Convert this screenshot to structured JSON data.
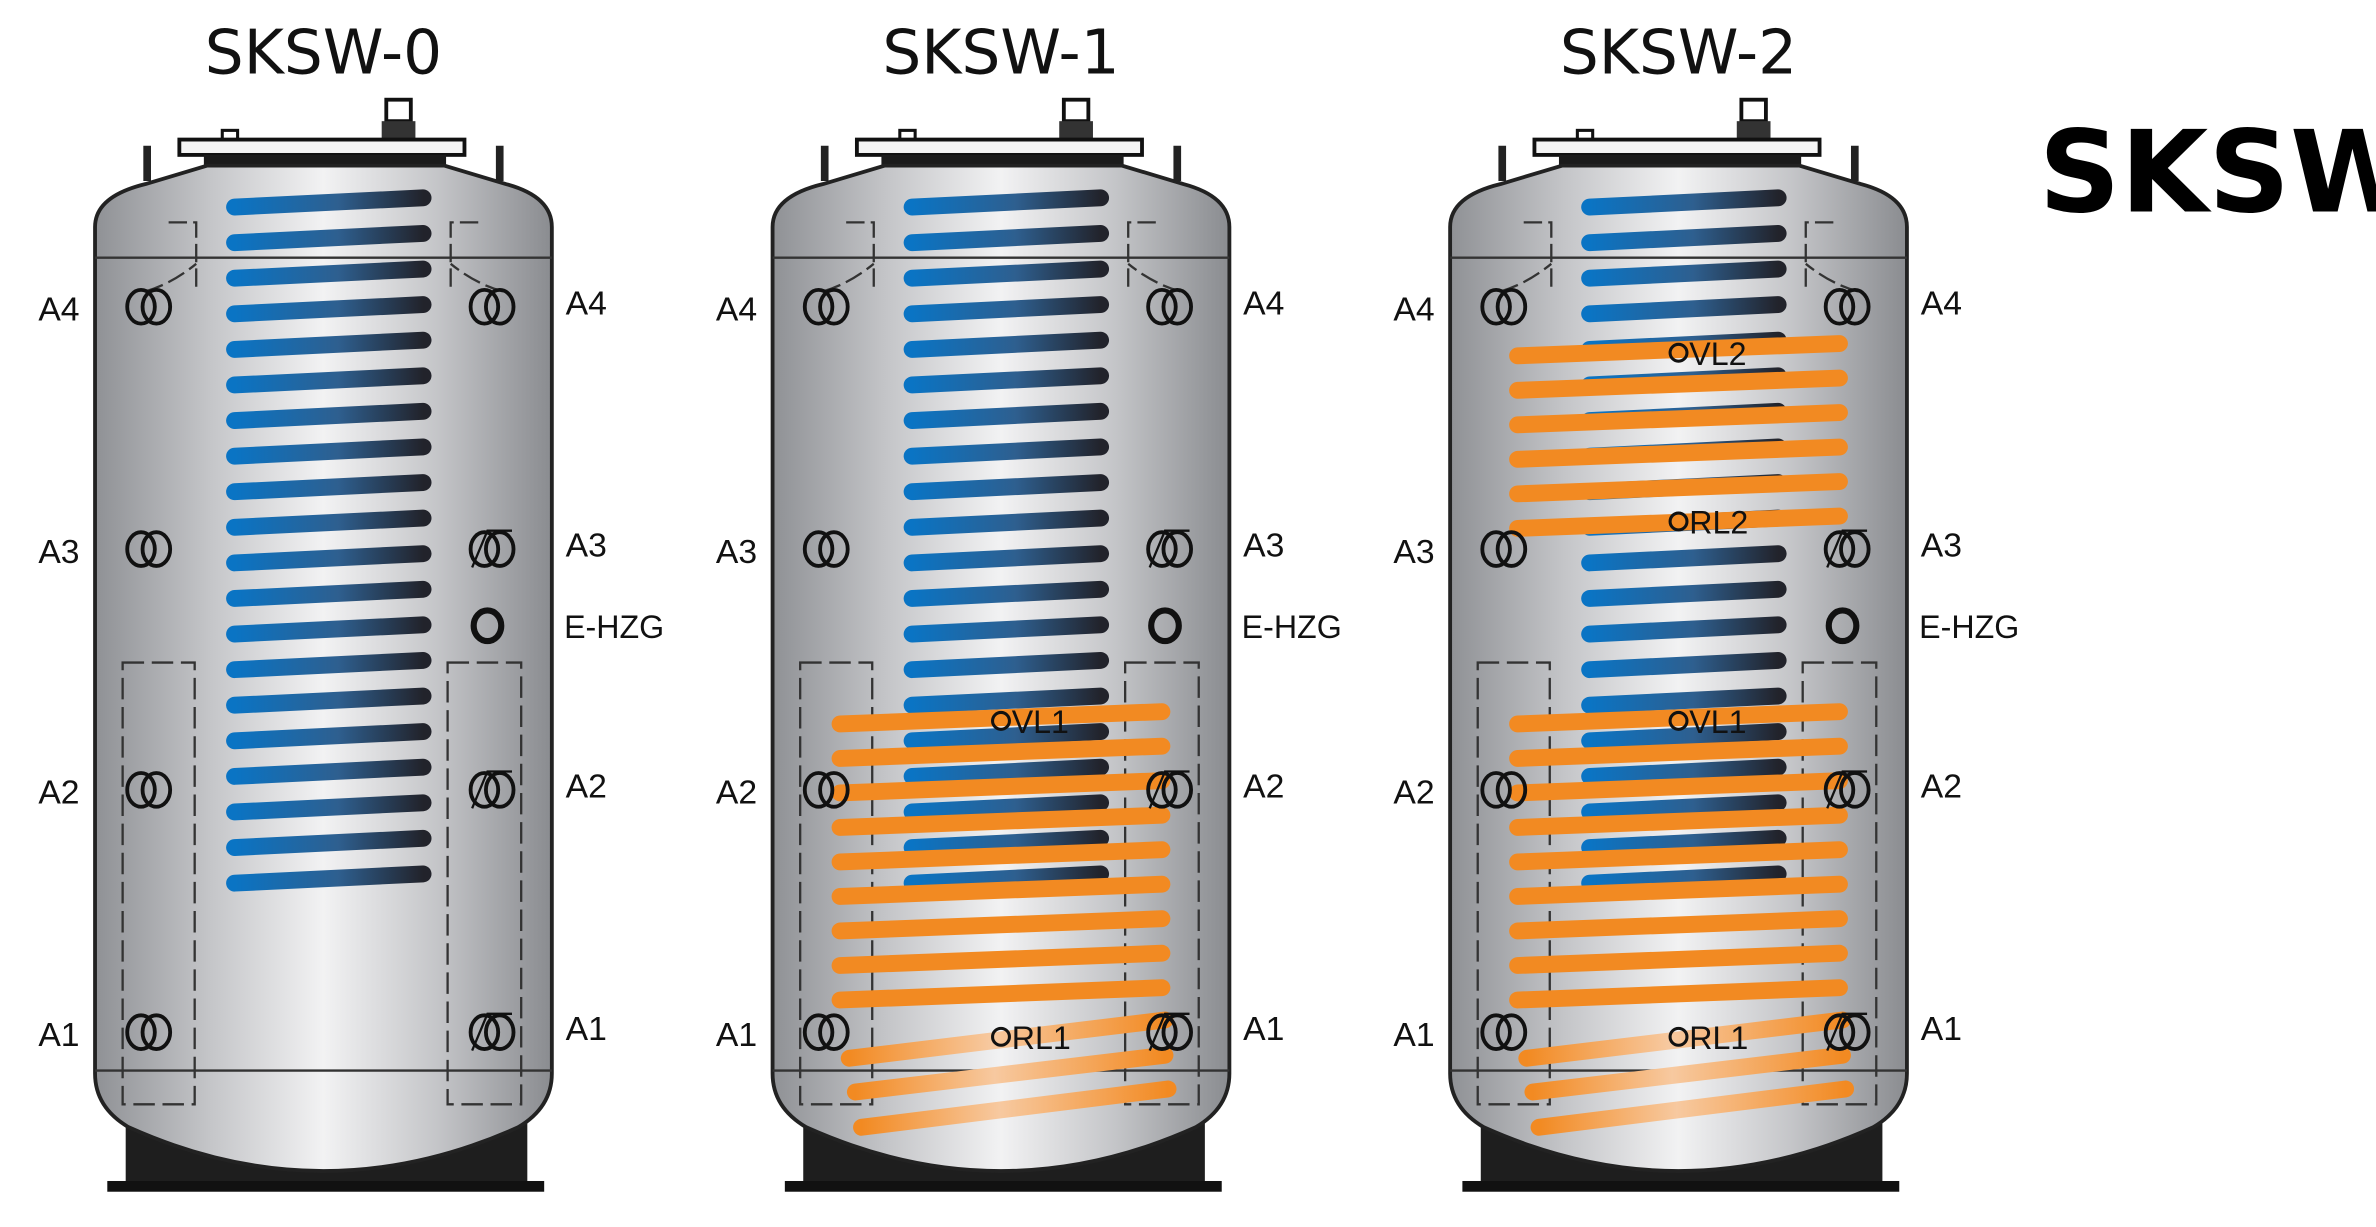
{
  "brand": "SKSW",
  "colors": {
    "blue_coil": "#0a74c4",
    "orange_coil": "#f28a22",
    "steel": "#c9cacd"
  },
  "tanks": [
    {
      "title": "SKSW-0",
      "ports_left": [
        "A4",
        "A3",
        "A2",
        "A1"
      ],
      "ports_right": [
        "A4",
        "A3",
        "A2",
        "A1"
      ],
      "heater": "E-HZG",
      "solar_coils": []
    },
    {
      "title": "SKSW-1",
      "ports_left": [
        "A4",
        "A3",
        "A2",
        "A1"
      ],
      "ports_right": [
        "A4",
        "A3",
        "A2",
        "A1"
      ],
      "heater": "E-HZG",
      "solar_coils": [
        {
          "flow": "VL1",
          "return": "RL1"
        }
      ]
    },
    {
      "title": "SKSW-2",
      "ports_left": [
        "A4",
        "A3",
        "A2",
        "A1"
      ],
      "ports_right": [
        "A4",
        "A3",
        "A2",
        "A1"
      ],
      "heater": "E-HZG",
      "solar_coils": [
        {
          "flow": "VL1",
          "return": "RL1"
        },
        {
          "flow": "VL2",
          "return": "RL2"
        }
      ]
    }
  ]
}
